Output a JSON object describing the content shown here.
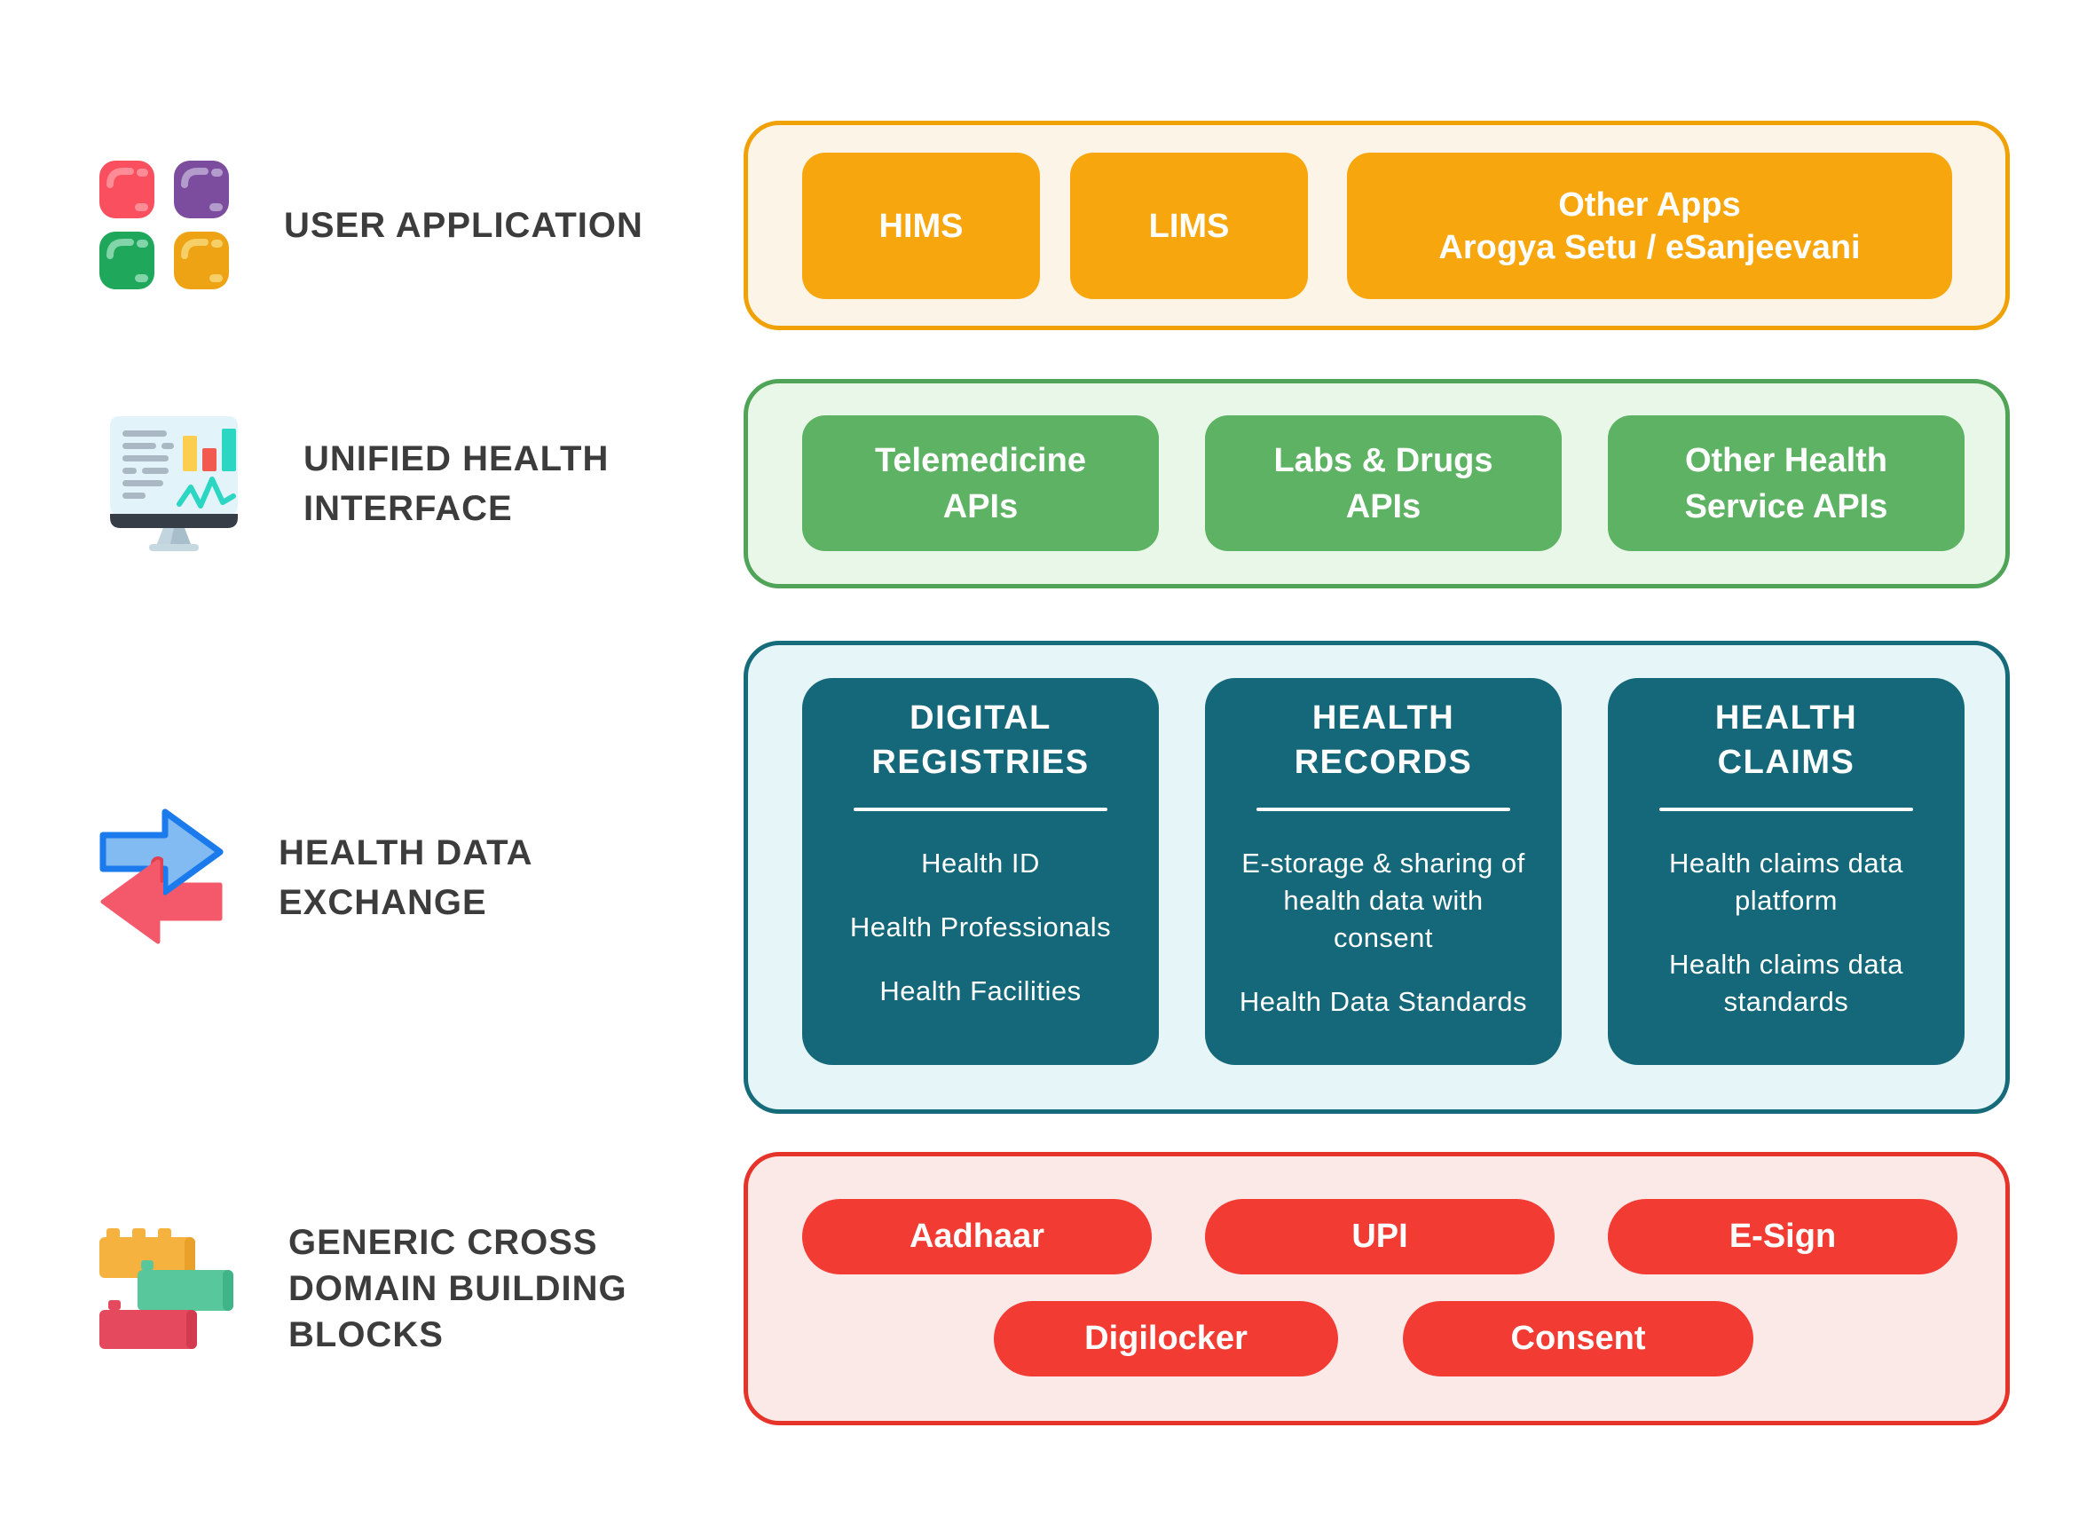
{
  "colors": {
    "user_border": "#EFA105",
    "user_fill": "#FCF4E6",
    "user_box": "#F8A60D",
    "uhi_border": "#4FA457",
    "uhi_fill": "#E9F7E9",
    "uhi_box": "#5DB363",
    "hdx_border": "#156B7A",
    "hdx_fill": "#E6F5F7",
    "hdx_card": "#156879",
    "gcdbb_border": "#E6342B",
    "gcdbb_fill": "#FBE9E8",
    "gcdbb_pill": "#F23B33",
    "label_text": "#3C3C3C"
  },
  "rows": {
    "user": {
      "label": "USER APPLICATION",
      "boxes": {
        "hims": "HIMS",
        "lims": "LIMS",
        "other_line1": "Other Apps",
        "other_line2": "Arogya Setu / eSanjeevani"
      }
    },
    "uhi": {
      "label_line1": "UNIFIED HEALTH",
      "label_line2": "INTERFACE",
      "boxes": {
        "telemedicine_line1": "Telemedicine",
        "telemedicine_line2": "APIs",
        "labs_line1": "Labs & Drugs",
        "labs_line2": "APIs",
        "other_line1": "Other Health",
        "other_line2": "Service APIs"
      }
    },
    "hdx": {
      "label_line1": "HEALTH DATA",
      "label_line2": "EXCHANGE",
      "cards": [
        {
          "title_line1": "DIGITAL",
          "title_line2": "REGISTRIES",
          "items": [
            "Health ID",
            "Health Professionals",
            "Health Facilities"
          ]
        },
        {
          "title_line1": "HEALTH",
          "title_line2": "RECORDS",
          "items": [
            "E-storage & sharing of health data with consent",
            "Health Data Standards"
          ]
        },
        {
          "title_line1": "HEALTH",
          "title_line2": "CLAIMS",
          "items": [
            "Health claims data platform",
            "Health claims data standards"
          ]
        }
      ]
    },
    "gcdbb": {
      "label_line1": "GENERIC CROSS",
      "label_line2": "DOMAIN BUILDING",
      "label_line3": "BLOCKS",
      "pills_row1": [
        "Aadhaar",
        "UPI",
        "E-Sign"
      ],
      "pills_row2": [
        "Digilocker",
        "Consent"
      ]
    }
  }
}
